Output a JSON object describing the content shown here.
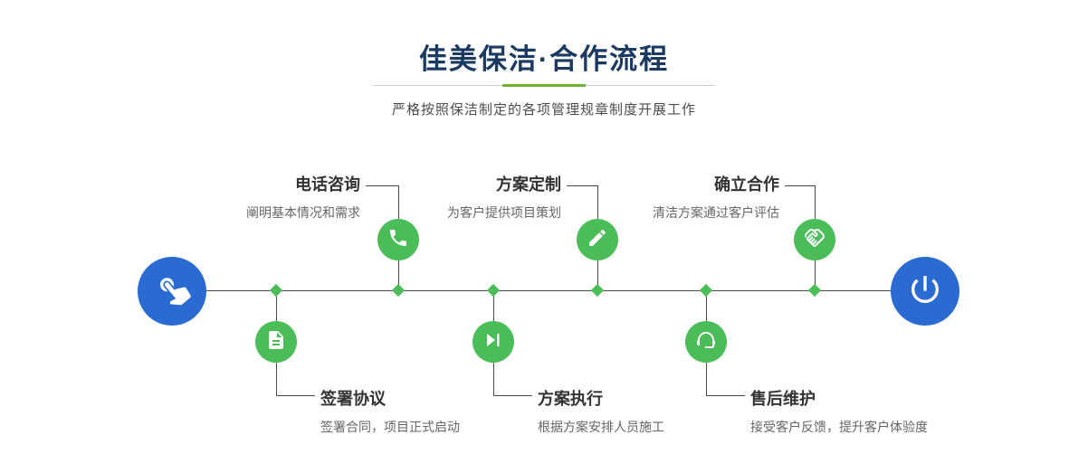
{
  "header": {
    "title": "佳美保洁·合作流程",
    "subtitle": "严格按照保洁制定的各项管理规章制度开展工作"
  },
  "flow": {
    "start_icon": "hand-pointer-icon",
    "end_icon": "power-icon",
    "top": [
      {
        "title": "电话咨询",
        "desc": "阐明基本情况和需求",
        "icon": "phone-icon"
      },
      {
        "title": "方案定制",
        "desc": "为客户提供项目策划",
        "icon": "pencil-design-icon"
      },
      {
        "title": "确立合作",
        "desc": "清洁方案通过客户评估",
        "icon": "handshake-icon"
      }
    ],
    "bottom": [
      {
        "title": "签署协议",
        "desc": "签署合同，项目正式启动",
        "icon": "contract-document-icon"
      },
      {
        "title": "方案执行",
        "desc": "根据方案安排人员施工",
        "icon": "play-execute-icon"
      },
      {
        "title": "售后维护",
        "desc": "接受客户反馈，提升客户体验度",
        "icon": "headset-service-icon"
      }
    ]
  },
  "colors": {
    "accent_blue": "#2a6bd2",
    "accent_green": "#4bbd58",
    "title_navy": "#1b3a61",
    "divider_green": "#6fb52f"
  }
}
